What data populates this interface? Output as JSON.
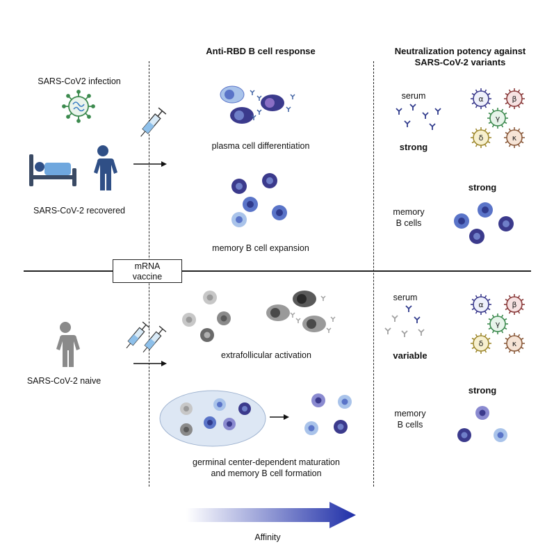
{
  "headers": {
    "col2": "Anti-RBD B cell response",
    "col3_line1": "Neutralization potency against",
    "col3_line2": "SARS-CoV-2 variants"
  },
  "top": {
    "infection": "SARS-CoV2 infection",
    "recovered": "SARS-CoV-2 recovered",
    "plasma": "plasma cell differentiation",
    "memory_expansion": "memory B cell expansion",
    "serum": "serum",
    "serum_potency": "strong",
    "memory_line1": "memory",
    "memory_line2": "B cells",
    "memory_potency": "strong"
  },
  "divider_box": {
    "line1": "mRNA",
    "line2": "vaccine"
  },
  "bottom": {
    "naive": "SARS-CoV-2 naive",
    "extrafollicular": "extrafollicular activation",
    "germinal_line1": "germinal center-dependent maturation",
    "germinal_line2": "and memory B cell formation",
    "serum": "serum",
    "serum_potency": "variable",
    "memory_line1": "memory",
    "memory_line2": "B cells",
    "memory_potency": "strong"
  },
  "variants": [
    "α",
    "β",
    "γ",
    "δ",
    "κ"
  ],
  "affinity": "Affinity",
  "colors": {
    "dark": "#3b3a8c",
    "mid": "#5a74c8",
    "light": "#a9c3ea",
    "grey": "#8a8a8a",
    "lightgrey": "#c7c7c7"
  }
}
